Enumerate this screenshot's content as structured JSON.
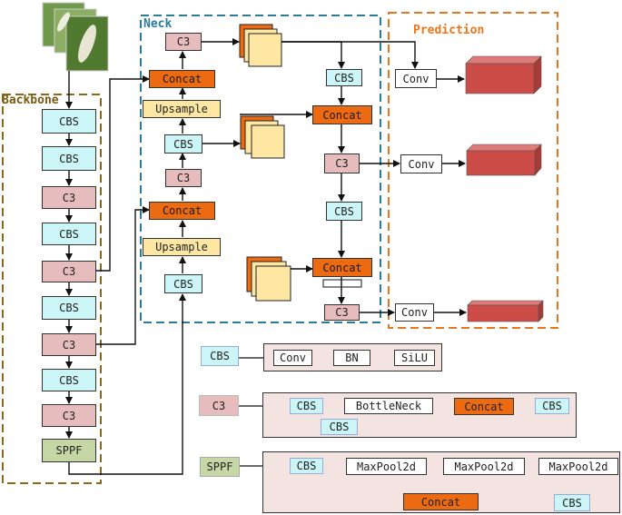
{
  "sections": {
    "backbone": "Backbone",
    "neck": "Neck",
    "prediction": "Prediction"
  },
  "backbone": [
    "CBS",
    "CBS",
    "C3",
    "CBS",
    "C3",
    "CBS",
    "C3",
    "CBS",
    "C3",
    "SPPF"
  ],
  "neck": {
    "left": [
      "C3",
      "Concat",
      "Upsample",
      "CBS",
      "C3",
      "Concat",
      "Upsample",
      "CBS"
    ],
    "right": [
      "CBS",
      "Concat",
      "C3",
      "CBS",
      "Concat",
      "C3"
    ]
  },
  "prediction": [
    "Conv",
    "Conv",
    "Conv"
  ],
  "legend": {
    "cbs": {
      "key": "CBS",
      "steps": [
        "Conv",
        "BN",
        "SiLU"
      ]
    },
    "c3": {
      "key": "C3",
      "steps": [
        "CBS",
        "BottleNeck",
        "Concat",
        "CBS"
      ],
      "branch": "CBS"
    },
    "sppf": {
      "key": "SPPF",
      "steps": [
        "CBS",
        "MaxPool2d",
        "MaxPool2d",
        "MaxPool2d"
      ],
      "concat": "Concat",
      "out": "CBS"
    }
  },
  "colors": {
    "cbs": "#ccf5f7",
    "c3": "#e6bcbc",
    "concat": "#ec6a12",
    "upsample": "#fde7a3",
    "sppf": "#c6d7a6",
    "output_block": "#cc4c48",
    "backbone_border": "#8a6a1a",
    "neck_border": "#2a7c9a",
    "prediction_border": "#e9751c"
  }
}
